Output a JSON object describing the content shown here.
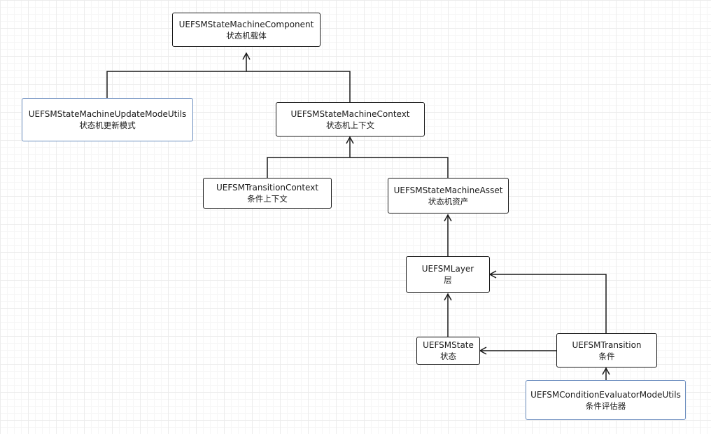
{
  "nodes": {
    "component": {
      "name": "UEFSMStateMachineComponent",
      "desc": "状态机载体"
    },
    "update_utils": {
      "name": "UEFSMStateMachineUpdateModeUtils",
      "desc": "状态机更新模式"
    },
    "context": {
      "name": "UEFSMStateMachineContext",
      "desc": "状态机上下文"
    },
    "transition_ctx": {
      "name": "UEFSMTransitionContext",
      "desc": "条件上下文"
    },
    "asset": {
      "name": "UEFSMStateMachineAsset",
      "desc": "状态机资产"
    },
    "layer": {
      "name": "UEFSMLayer",
      "desc": "层"
    },
    "state": {
      "name": "UEFSMState",
      "desc": "状态"
    },
    "transition": {
      "name": "UEFSMTransition",
      "desc": "条件"
    },
    "evaluator_utils": {
      "name": "UEFSMConditionEvaluatorModeUtils",
      "desc": "条件评估器"
    }
  },
  "colors": {
    "line": "#1a1a1a",
    "utility_border": "#6c8ebf",
    "grid": "#ececec"
  }
}
